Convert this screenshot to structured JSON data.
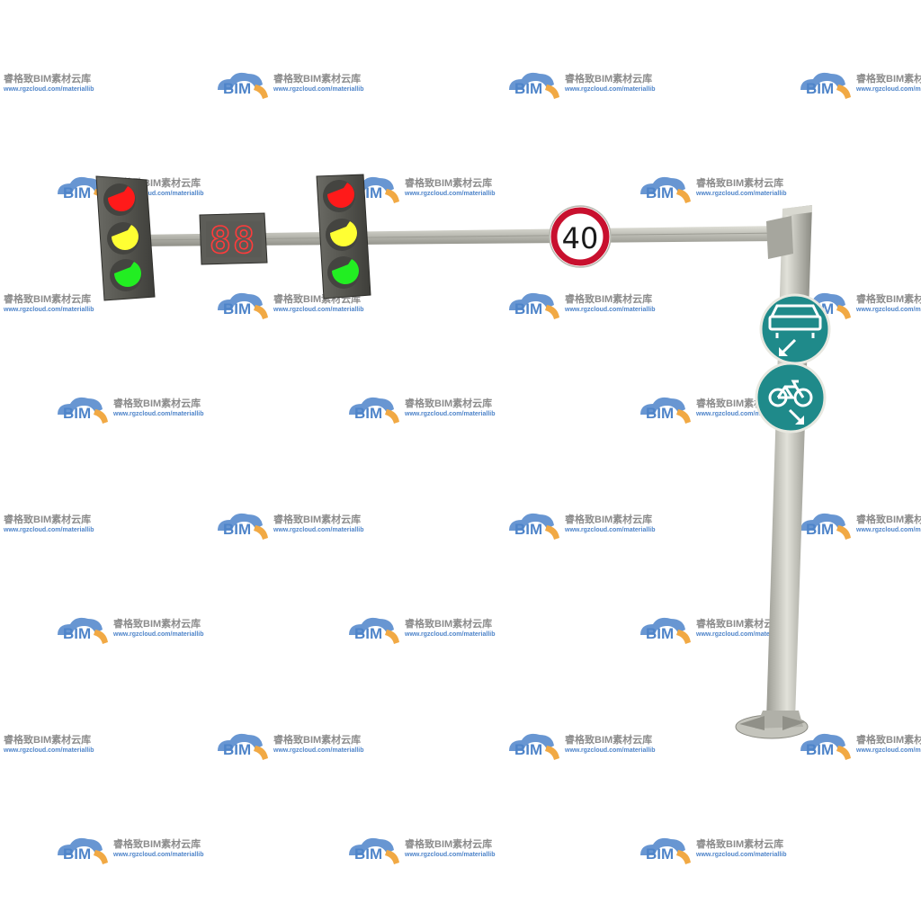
{
  "watermark": {
    "logo_text": "BIM",
    "title": "睿格致BIM素材云库",
    "url": "www.rgzcloud.com/materiallib"
  },
  "signals": {
    "countdown_display": "88",
    "speed_limit": "40"
  },
  "signs": {
    "lane_sign_icon": "car-icon",
    "bike_sign_icon": "bicycle-icon"
  },
  "colors": {
    "red_lamp": "#ff1a1a",
    "yellow_lamp": "#ffff33",
    "green_lamp": "#22ee22",
    "housing": "#5a5a55",
    "pole": "#c8c8bf",
    "sign_blue": "#1f8a8a",
    "speed_ring": "#c8102e",
    "watermark_blue": "#3b77c4",
    "watermark_orange": "#f0a030"
  }
}
